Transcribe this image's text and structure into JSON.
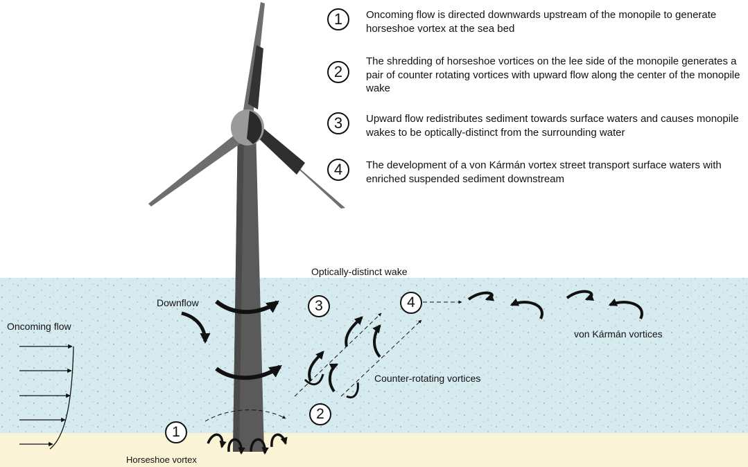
{
  "legend": [
    {
      "num": "1",
      "text": "Oncoming flow is directed downwards upstream of the monopile to generate horseshoe vortex at the sea bed"
    },
    {
      "num": "2",
      "text": "The shredding of horseshoe vortices on the lee side of the monopile generates a pair of counter rotating vortices with upward flow along the center of the monopile wake"
    },
    {
      "num": "3",
      "text": "Upward flow redistributes sediment towards surface waters and causes monopile wakes to be optically-distinct from the surrounding water"
    },
    {
      "num": "4",
      "text": "The development of a von Kármán vortex street transport surface waters with enriched suspended sediment downstream"
    }
  ],
  "labels": {
    "optically_distinct_wake": "Optically-distinct wake",
    "downflow": "Downflow",
    "oncoming_flow": "Oncoming flow",
    "von_karman_vortices": "von Kármán vortices",
    "counter_rotating_vortices": "Counter-rotating vortices",
    "horseshoe_vortex": "Horseshoe vortex"
  },
  "markers": {
    "m1": "1",
    "m2": "2",
    "m3": "3",
    "m4": "4"
  },
  "colors": {
    "water": "#d6ebf0",
    "seabed": "#fbf4d6",
    "tower": "#5a5a5a",
    "blade": "#6e6e6e",
    "arrow": "#1a1a1a"
  }
}
